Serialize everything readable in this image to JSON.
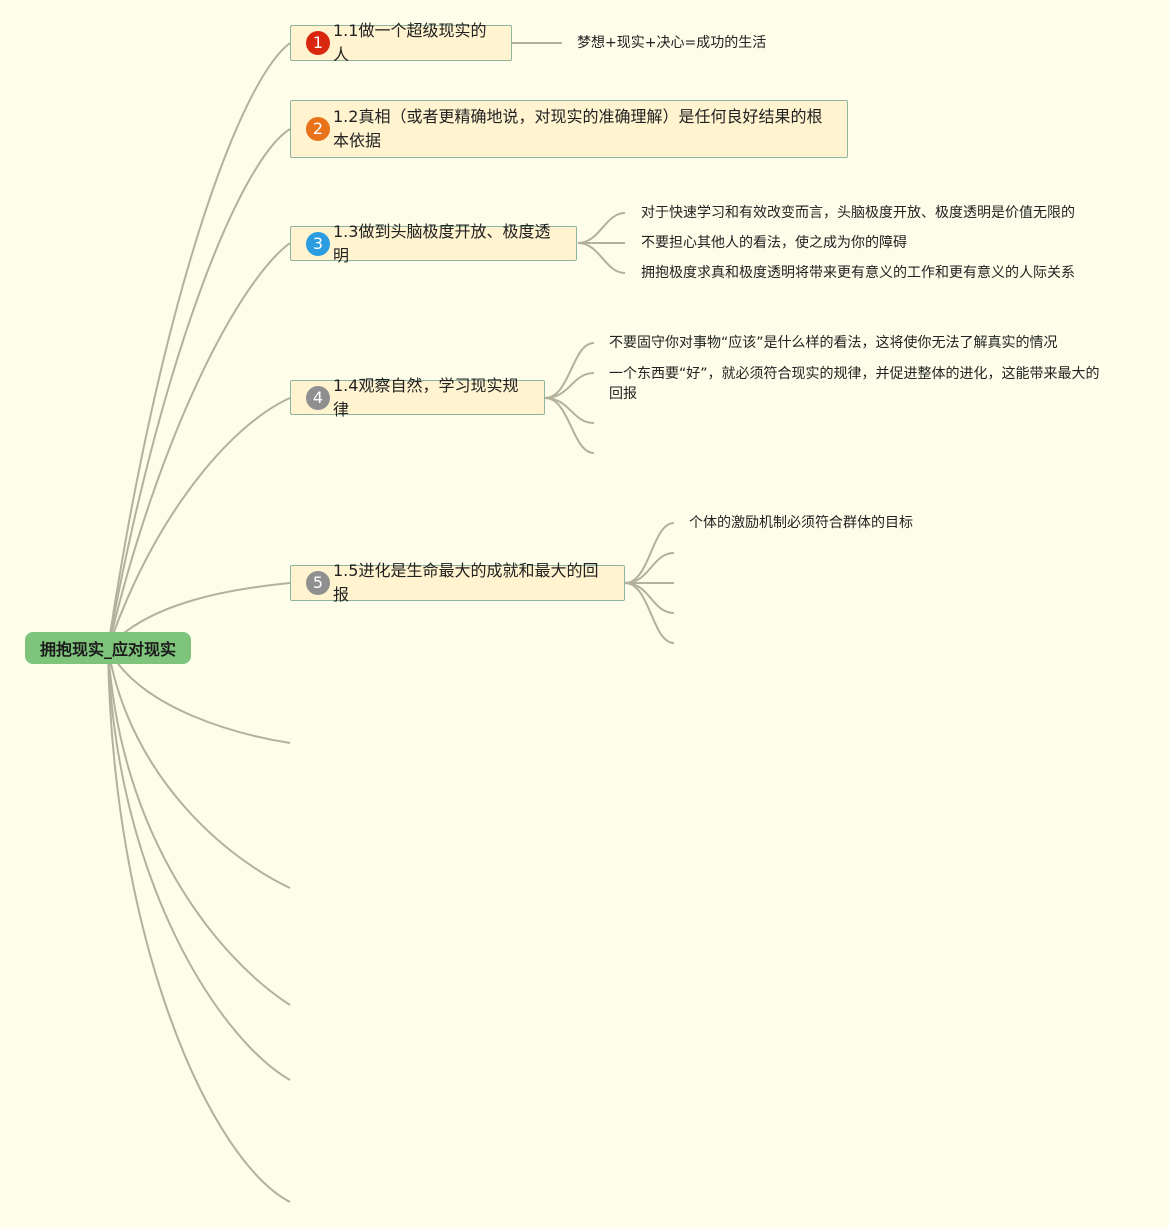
{
  "root": {
    "label": "拥抱现实_应对现实"
  },
  "topics": [
    {
      "badge": "1",
      "badge_color": "#d9260f",
      "label": "1.1做一个超级现实的人",
      "subtopics": [
        "梦想+现实+决心=成功的生活"
      ]
    },
    {
      "badge": "2",
      "badge_color": "#e8731a",
      "label": "1.2真相（或者更精确地说，对现实的准确理解）是任何良好结果的根本依据",
      "subtopics": []
    },
    {
      "badge": "3",
      "badge_color": "#2b9de0",
      "label": "1.3做到头脑极度开放、极度透明",
      "subtopics": [
        "对于快速学习和有效改变而言，头脑极度开放、极度透明是价值无限的",
        "不要担心其他人的看法，使之成为你的障碍",
        "拥抱极度求真和极度透明将带来更有意义的工作和更有意义的人际关系"
      ]
    },
    {
      "badge": "4",
      "badge_color": "#8f8f8f",
      "label": "1.4观察自然，学习现实规律",
      "subtopics": [
        "不要固守你对事物“应该”是什么样的看法，这将使你无法了解真实的情况",
        "一个东西要“好”，就必须符合现实的规律，并促进整体的进化，这能带来最大的回报"
      ]
    },
    {
      "badge": "5",
      "badge_color": "#8f8f8f",
      "label": "1.5进化是生命最大的成就和最大的回报",
      "subtopics": [
        "个体的激励机制必须符合群体的目标"
      ]
    }
  ],
  "colors": {
    "background": "#fdfde9",
    "branch_line": "#b2b29c",
    "root_fill": "#7ec57b",
    "topic_fill": "#fff3d0",
    "topic_border": "#8fb4a0"
  }
}
